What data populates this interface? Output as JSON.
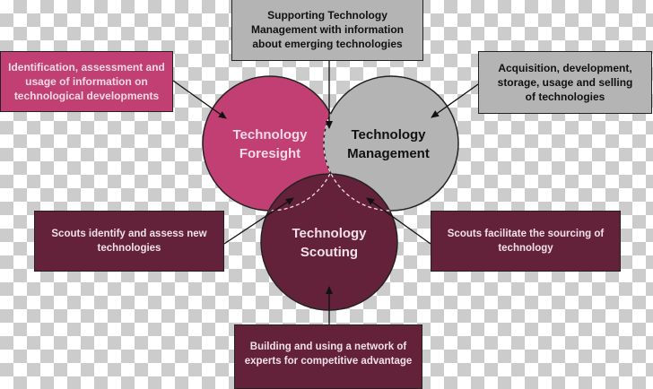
{
  "diagram": {
    "circles": {
      "foresight": {
        "line1": "Technology",
        "line2": "Foresight",
        "color": "#c13f72",
        "text_color": "#f3dbe5"
      },
      "management": {
        "line1": "Technology",
        "line2": "Management",
        "color": "#b4b4b4",
        "text_color": "#111111"
      },
      "scouting": {
        "line1": "Technology",
        "line2": "Scouting",
        "color": "#632239",
        "text_color": "#f1e1e7"
      }
    },
    "boxes": {
      "top": "Supporting Technology Management with information about emerging technologies",
      "top_left": "Identification, assessment and usage of information on technological developments",
      "top_right": "Acquisition, development, storage, usage and selling of technologies",
      "mid_left": "Scouts identify and assess new technologies",
      "mid_right": "Scouts facilitate the sourcing of technology",
      "bottom": "Building and using a network of experts for competitive advantage"
    },
    "colors": {
      "pink": "#c13f72",
      "grey": "#b4b4b4",
      "maroon": "#632239",
      "checker": "#cccccc"
    }
  }
}
